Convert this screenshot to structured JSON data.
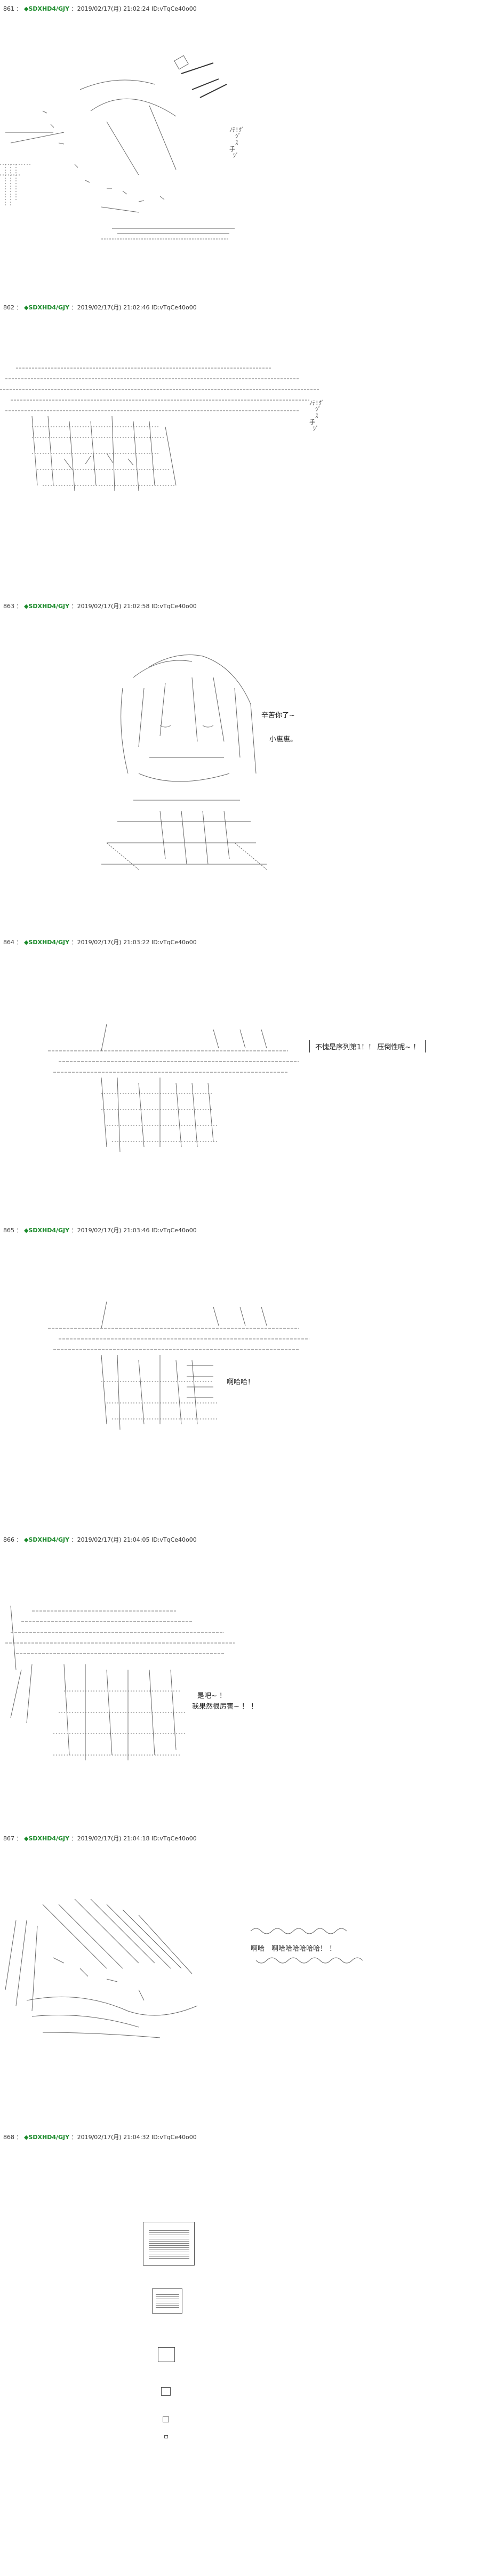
{
  "posts": [
    {
      "num": "861",
      "name": "◆SDXHD4/GJY",
      "meta": "：2019/02/17(月) 21:02:24 ID:vTqCe40o00",
      "dialog": [],
      "sfx": "ﾉﾃ!ｸﾞ\n　ｼﾞ\n　ｽ\n手\n ｼﾞ"
    },
    {
      "num": "862",
      "name": "◆SDXHD4/GJY",
      "meta": "：2019/02/17(月) 21:02:46 ID:vTqCe40o00",
      "dialog": [],
      "sfx": "ﾉﾃ!ｸﾞ\n　ｼﾞ\n　ｽ\n手\n ｼﾞ"
    },
    {
      "num": "863",
      "name": "◆SDXHD4/GJY",
      "meta": "：2019/02/17(月) 21:02:58 ID:vTqCe40o00",
      "dialog": [
        "辛苦你了~",
        "小惠惠。"
      ]
    },
    {
      "num": "864",
      "name": "◆SDXHD4/GJY",
      "meta": "：2019/02/17(月) 21:03:22 ID:vTqCe40o00",
      "dialog": [
        "不愧是序列第1！！ 压倒性呢~ ！"
      ]
    },
    {
      "num": "865",
      "name": "◆SDXHD4/GJY",
      "meta": "：2019/02/17(月) 21:03:46 ID:vTqCe40o00",
      "dialog": [
        "啊哈哈！"
      ]
    },
    {
      "num": "866",
      "name": "◆SDXHD4/GJY",
      "meta": "：2019/02/17(月) 21:04:05 ID:vTqCe40o00",
      "dialog": [
        "是吧~ ！",
        "我果然很厉害~ ！ ！"
      ]
    },
    {
      "num": "867",
      "name": "◆SDXHD4/GJY",
      "meta": "：2019/02/17(月) 21:04:18 ID:vTqCe40o00",
      "dialog": [
        "啊哈　啊哈哈哈哈哈哈！ ！"
      ]
    },
    {
      "num": "868",
      "name": "◆SDXHD4/GJY",
      "meta": "：2019/02/17(月) 21:04:32 ID:vTqCe40o00",
      "dialog": []
    }
  ]
}
